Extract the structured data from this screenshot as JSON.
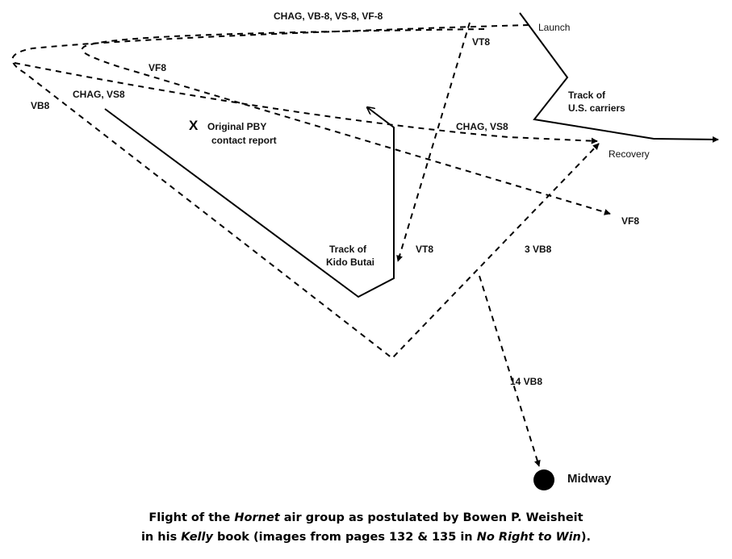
{
  "labels": {
    "top_group": "CHAG, VB-8, VS-8, VF-8",
    "launch": "Launch",
    "vt8_top": "VT8",
    "vf8_left": "VF8",
    "track_us_1": "Track of",
    "track_us_2": "U.S. carriers",
    "chag_vs8_left": "CHAG, VS8",
    "vb8": "VB8",
    "pby_x": "X",
    "pby_1": "Original PBY",
    "pby_2": "contact report",
    "chag_vs8_right": "CHAG, VS8",
    "recovery": "Recovery",
    "vf8_right": "VF8",
    "kido_1": "Track of",
    "kido_2": "Kido Butai",
    "vt8_mid": "VT8",
    "vb8_3": "3 VB8",
    "vb8_14": "14 VB8",
    "midway": "Midway"
  },
  "caption": {
    "l1_a": "Flight of the ",
    "l1_b": "Hornet",
    "l1_c": " air group as postulated  by Bowen P. Weisheit",
    "l2_a": "in his ",
    "l2_b": "Kelly",
    "l2_c": " book (images from pages 132 & 135 in ",
    "l2_d": "No Right to Win",
    "l2_e": ")."
  },
  "colors": {
    "ink": "#000000",
    "background": "#ffffff"
  }
}
